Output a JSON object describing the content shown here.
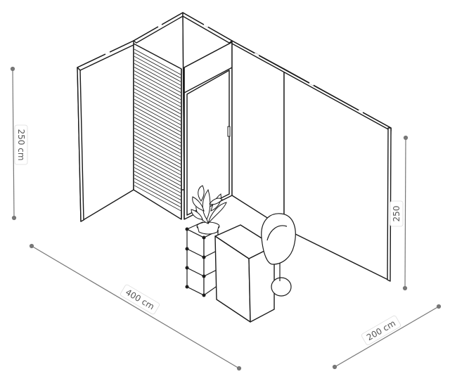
{
  "dimensions": {
    "height_left": "250 cm",
    "width_front": "400 cm",
    "depth_right": "200 cm",
    "height_right": "250"
  },
  "colors": {
    "line": "#1a1a1a",
    "dimension": "#777777",
    "label_bg": "#ffffff"
  }
}
